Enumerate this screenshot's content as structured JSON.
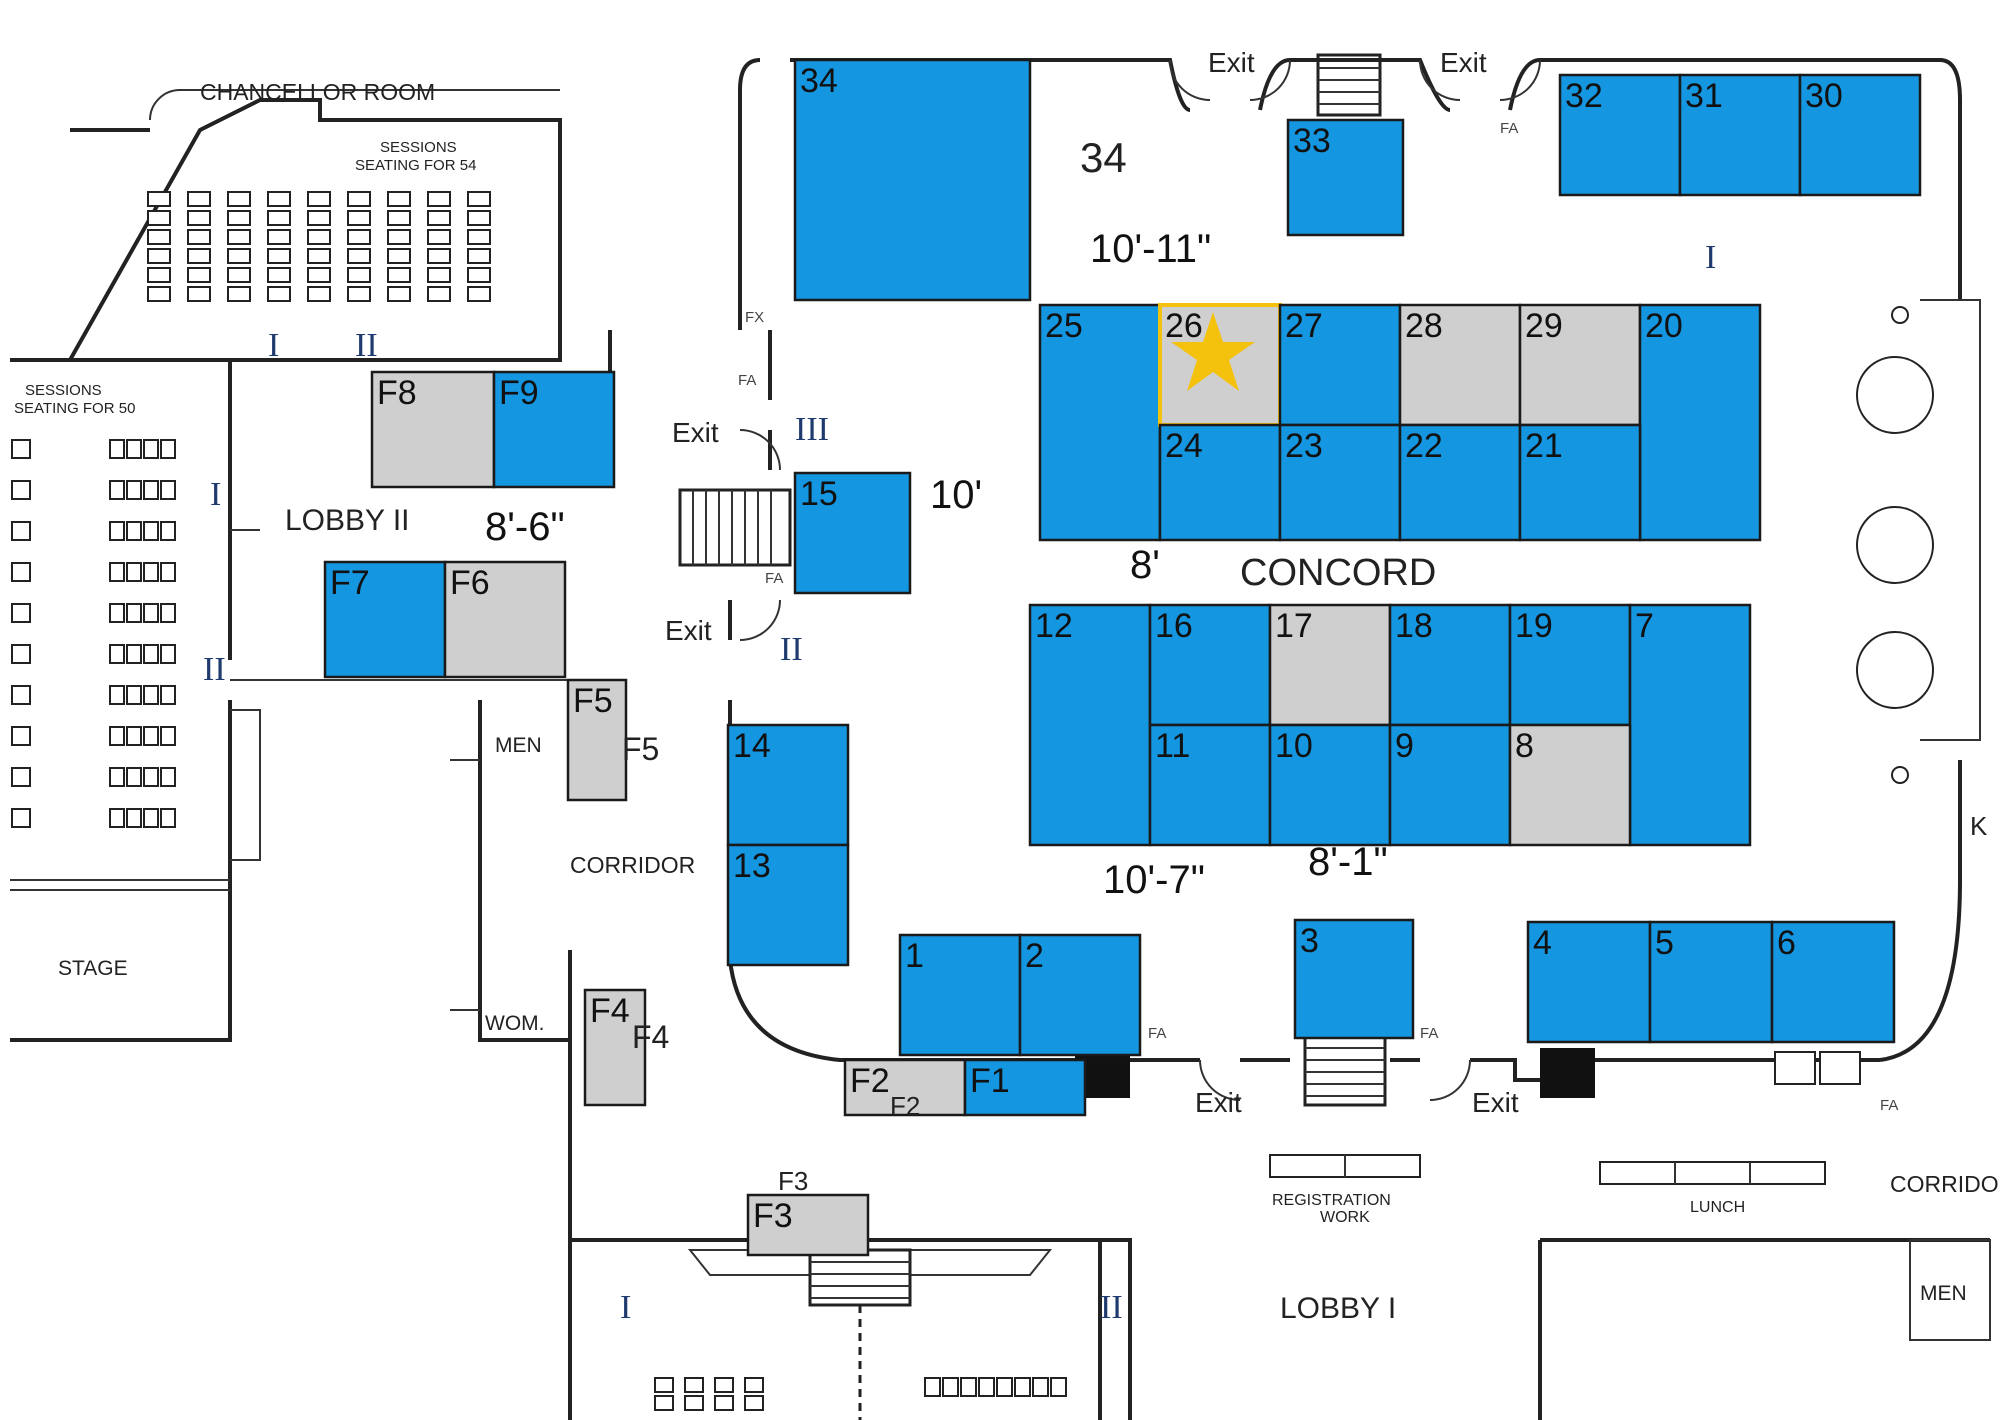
{
  "rooms": {
    "chancellor": "CHANCELLOR ROOM",
    "sessions_a": "SESSIONS",
    "seating_a": "SEATING FOR 54",
    "sessions_b": "SESSIONS",
    "seating_b": "SEATING FOR 50",
    "lobby2": "LOBBY II",
    "concord": "CONCORD",
    "corridor": "CORRIDOR",
    "corridor_right": "CORRIDOR",
    "men": "MEN",
    "women": "WOM.",
    "men_right": "MEN",
    "stage": "STAGE",
    "lobby1": "LOBBY I",
    "registration": "REGISTRATION",
    "registration_sub": "WORK",
    "lunch": "LUNCH",
    "kitchen": "K"
  },
  "exits": [
    "Exit",
    "Exit",
    "Exit",
    "Exit",
    "Exit",
    "Exit"
  ],
  "dimensions": [
    "10'-11\"",
    "10'",
    "8'-6\"",
    "8'",
    "10'-7\"",
    "8'-1\""
  ],
  "romans": [
    "I",
    "II",
    "I",
    "II",
    "III",
    "II",
    "I",
    "II",
    "I"
  ],
  "misc": {
    "fa": "FA",
    "fx": "FX",
    "label_34": "34",
    "label_f5": "F5",
    "label_f4": "F4",
    "label_f2": "F2",
    "label_f3": "F3"
  },
  "booths": [
    {
      "id": "34",
      "status": "available"
    },
    {
      "id": "33",
      "status": "available"
    },
    {
      "id": "32",
      "status": "available"
    },
    {
      "id": "31",
      "status": "available"
    },
    {
      "id": "30",
      "status": "available"
    },
    {
      "id": "25",
      "status": "available"
    },
    {
      "id": "26",
      "status": "selected"
    },
    {
      "id": "27",
      "status": "available"
    },
    {
      "id": "28",
      "status": "taken"
    },
    {
      "id": "29",
      "status": "taken"
    },
    {
      "id": "20",
      "status": "available"
    },
    {
      "id": "24",
      "status": "available"
    },
    {
      "id": "23",
      "status": "available"
    },
    {
      "id": "22",
      "status": "available"
    },
    {
      "id": "21",
      "status": "available"
    },
    {
      "id": "F8",
      "status": "taken"
    },
    {
      "id": "F9",
      "status": "available"
    },
    {
      "id": "15",
      "status": "available"
    },
    {
      "id": "F7",
      "status": "available"
    },
    {
      "id": "F6",
      "status": "taken"
    },
    {
      "id": "12",
      "status": "available"
    },
    {
      "id": "16",
      "status": "available"
    },
    {
      "id": "17",
      "status": "taken"
    },
    {
      "id": "18",
      "status": "available"
    },
    {
      "id": "19",
      "status": "available"
    },
    {
      "id": "7",
      "status": "available"
    },
    {
      "id": "11",
      "status": "available"
    },
    {
      "id": "10",
      "status": "available"
    },
    {
      "id": "9",
      "status": "available"
    },
    {
      "id": "8",
      "status": "taken"
    },
    {
      "id": "F5",
      "status": "taken"
    },
    {
      "id": "14",
      "status": "available"
    },
    {
      "id": "13",
      "status": "available"
    },
    {
      "id": "1",
      "status": "available"
    },
    {
      "id": "2",
      "status": "available"
    },
    {
      "id": "3",
      "status": "available"
    },
    {
      "id": "4",
      "status": "available"
    },
    {
      "id": "5",
      "status": "available"
    },
    {
      "id": "6",
      "status": "available"
    },
    {
      "id": "F4",
      "status": "taken"
    },
    {
      "id": "F2",
      "status": "taken"
    },
    {
      "id": "F1",
      "status": "available"
    },
    {
      "id": "F3",
      "status": "taken"
    }
  ],
  "colors": {
    "available": "#1596e0",
    "taken": "#cfcfcf",
    "selected_marker": "#f4c20d"
  },
  "marker_icon": "star-icon"
}
